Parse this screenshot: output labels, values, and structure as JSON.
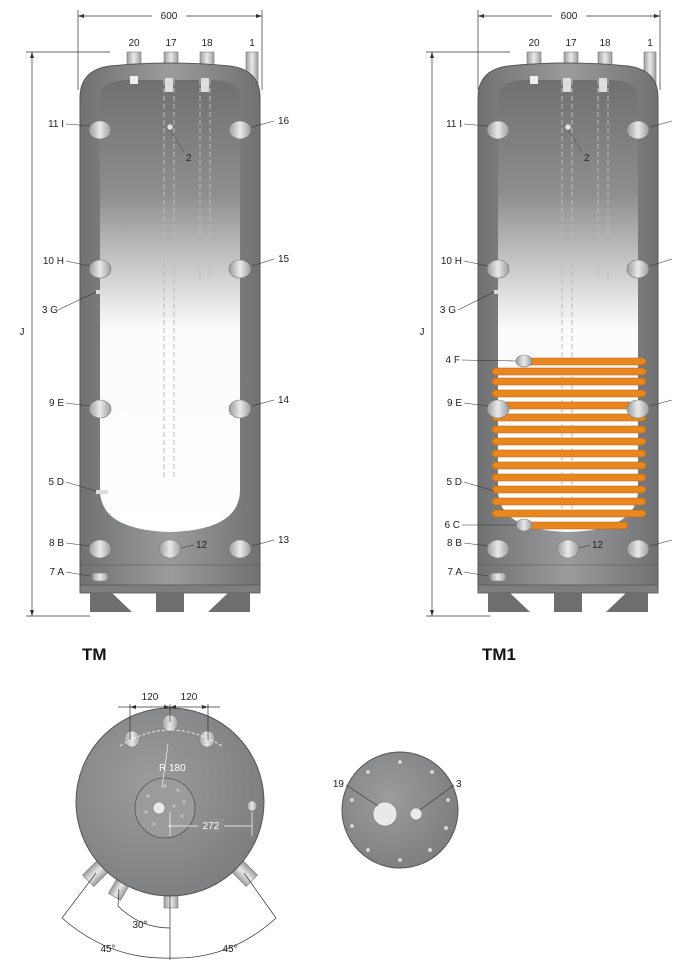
{
  "width_dim": "600",
  "height_dim": "J",
  "top_ports": [
    "20",
    "17",
    "18",
    "1"
  ],
  "inner_labels": {
    "sensor": "2",
    "bottom_port": "12"
  },
  "left_ports": [
    "11 I",
    "10 H",
    "3 G",
    "9 E",
    "5 D",
    "8 B",
    "7 A"
  ],
  "right_ports": [
    "16",
    "15",
    "14",
    "13"
  ],
  "tm1_left_ports": [
    "11 I",
    "10 H",
    "3 G",
    "4 F",
    "9 E",
    "5 D",
    "6 C",
    "8 B",
    "7 A"
  ],
  "titles": {
    "tm": "TM",
    "tm1": "TM1"
  },
  "plan": {
    "spacing_a": "120",
    "spacing_b": "120",
    "radius": "R 180",
    "offset": "272",
    "angle_a": "30°",
    "angle_b": "45°",
    "angle_c": "45°"
  },
  "flange": {
    "left": "19",
    "right": "3"
  },
  "colors": {
    "coil": "#e8861f",
    "coil_dark": "#b55e0c",
    "tank_dark": "#6f7072",
    "tank_light": "#fafafa"
  }
}
